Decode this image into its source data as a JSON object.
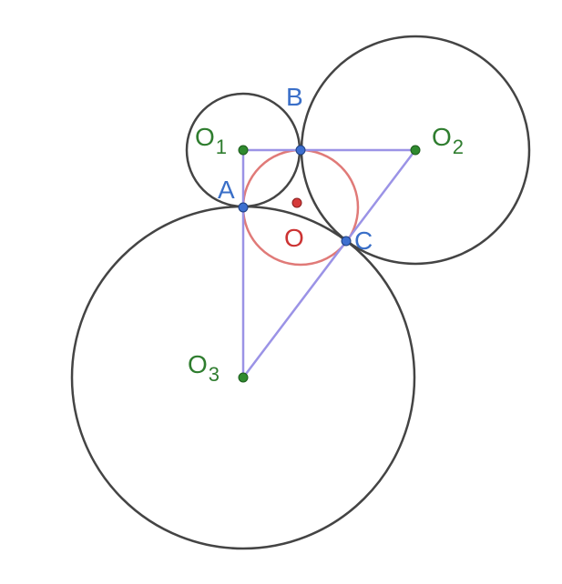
{
  "colors": {
    "circle": "#444444",
    "triangle": "#9b93e6",
    "incircle": "#e07a78",
    "center_point": "#2f8a2f",
    "tangent_point": "#3d6fd0",
    "incenter": "#d63b3b",
    "green_label": "#2f7d2f",
    "blue_label": "#3a6fc8",
    "red_label": "#cc3333"
  },
  "labels": {
    "o1": {
      "main": "O",
      "sub": "1"
    },
    "o2": {
      "main": "O",
      "sub": "2"
    },
    "o3": {
      "main": "O",
      "sub": "3"
    },
    "a": "A",
    "b": "B",
    "c": "C",
    "o": "O"
  }
}
